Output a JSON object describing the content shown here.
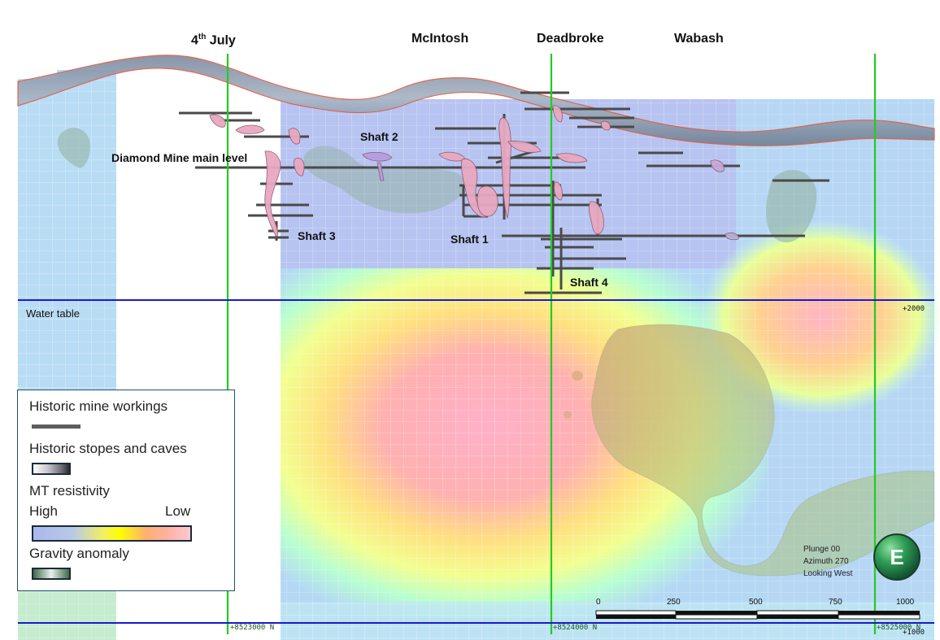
{
  "areas": [
    {
      "name": "4",
      "sup": "th",
      "suffix": " July"
    },
    {
      "name": "McIntosh"
    },
    {
      "name": "Deadbroke"
    },
    {
      "name": "Wabash"
    }
  ],
  "workings_labels": {
    "diamond_main": "Diamond Mine main level",
    "shaft1": "Shaft 1",
    "shaft2": "Shaft 2",
    "shaft3": "Shaft 3",
    "shaft4": "Shaft 4"
  },
  "water_table": "Water table",
  "elevations": {
    "upper": "+2000",
    "lower": "+1000"
  },
  "northings": [
    "+8523000 N",
    "+8524000 N",
    "+8525000 N"
  ],
  "orientation": {
    "plunge": "Plunge 00",
    "azimuth": "Azimuth 270",
    "view": "Looking West"
  },
  "compass": {
    "letter": "E"
  },
  "scale": {
    "ticks": [
      "0",
      "250",
      "500",
      "750",
      "1000"
    ]
  },
  "legend": {
    "mine_workings": "Historic mine workings",
    "stopes": "Historic stopes and caves",
    "mt_resistivity": "MT resistivity",
    "high": "High",
    "low": "Low",
    "gravity": "Gravity anomaly"
  },
  "colors": {
    "section_line": "#22cc22",
    "water_table_line": "#1a1acc",
    "mt_high": "#aab8ee",
    "mt_low": "#ffb3c8",
    "mt_mid": "#ffff55",
    "gravity_anomaly": "#7fa58a",
    "workings": "#4a4a4a",
    "stopes": "#e8a8c0",
    "surface_topography": "#8899aa"
  }
}
